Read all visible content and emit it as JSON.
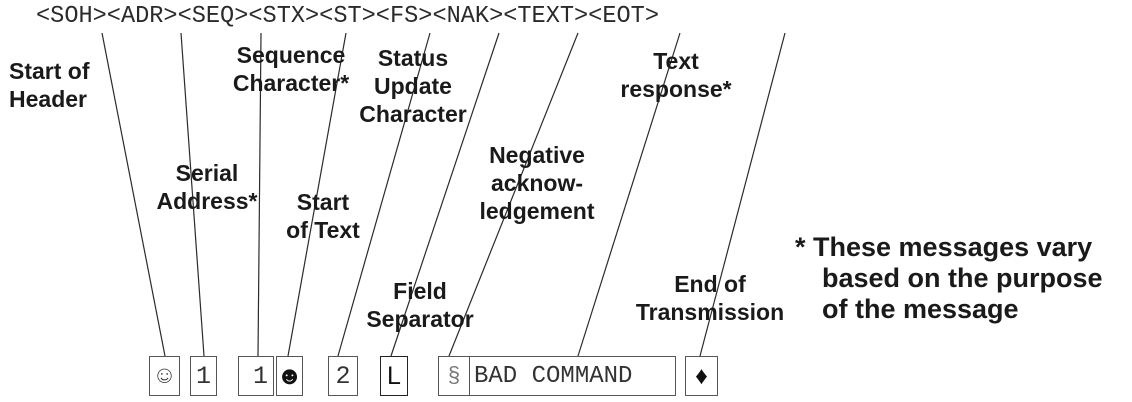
{
  "header": {
    "sequence": "<SOH><ADR><SEQ><STX><ST><FS><NAK><TEXT><EOT>"
  },
  "labels": {
    "start_of_header": [
      "Start of",
      "Header"
    ],
    "serial_address": [
      "Serial",
      "Address*"
    ],
    "sequence_character": [
      "Sequence",
      "Character*"
    ],
    "start_of_text": [
      "Start",
      "of Text"
    ],
    "status_update_character": [
      "Status",
      "Update",
      "Character"
    ],
    "field_separator": [
      "Field",
      "Separator"
    ],
    "negative_acknowledgement": [
      "Negative",
      "acknow-",
      "ledgement"
    ],
    "text_response": [
      "Text",
      "response*"
    ],
    "end_of_transmission": [
      "End of",
      "Transmission"
    ]
  },
  "note": {
    "line1": "* These messages vary",
    "line2": "based on the purpose",
    "line3": "of the message"
  },
  "boxes": {
    "soh": "☺",
    "adr": "1",
    "seq": "1",
    "stx": "☻",
    "st": "2",
    "fs": "L",
    "nak": "§",
    "text": "BAD COMMAND",
    "eot": "♦"
  }
}
